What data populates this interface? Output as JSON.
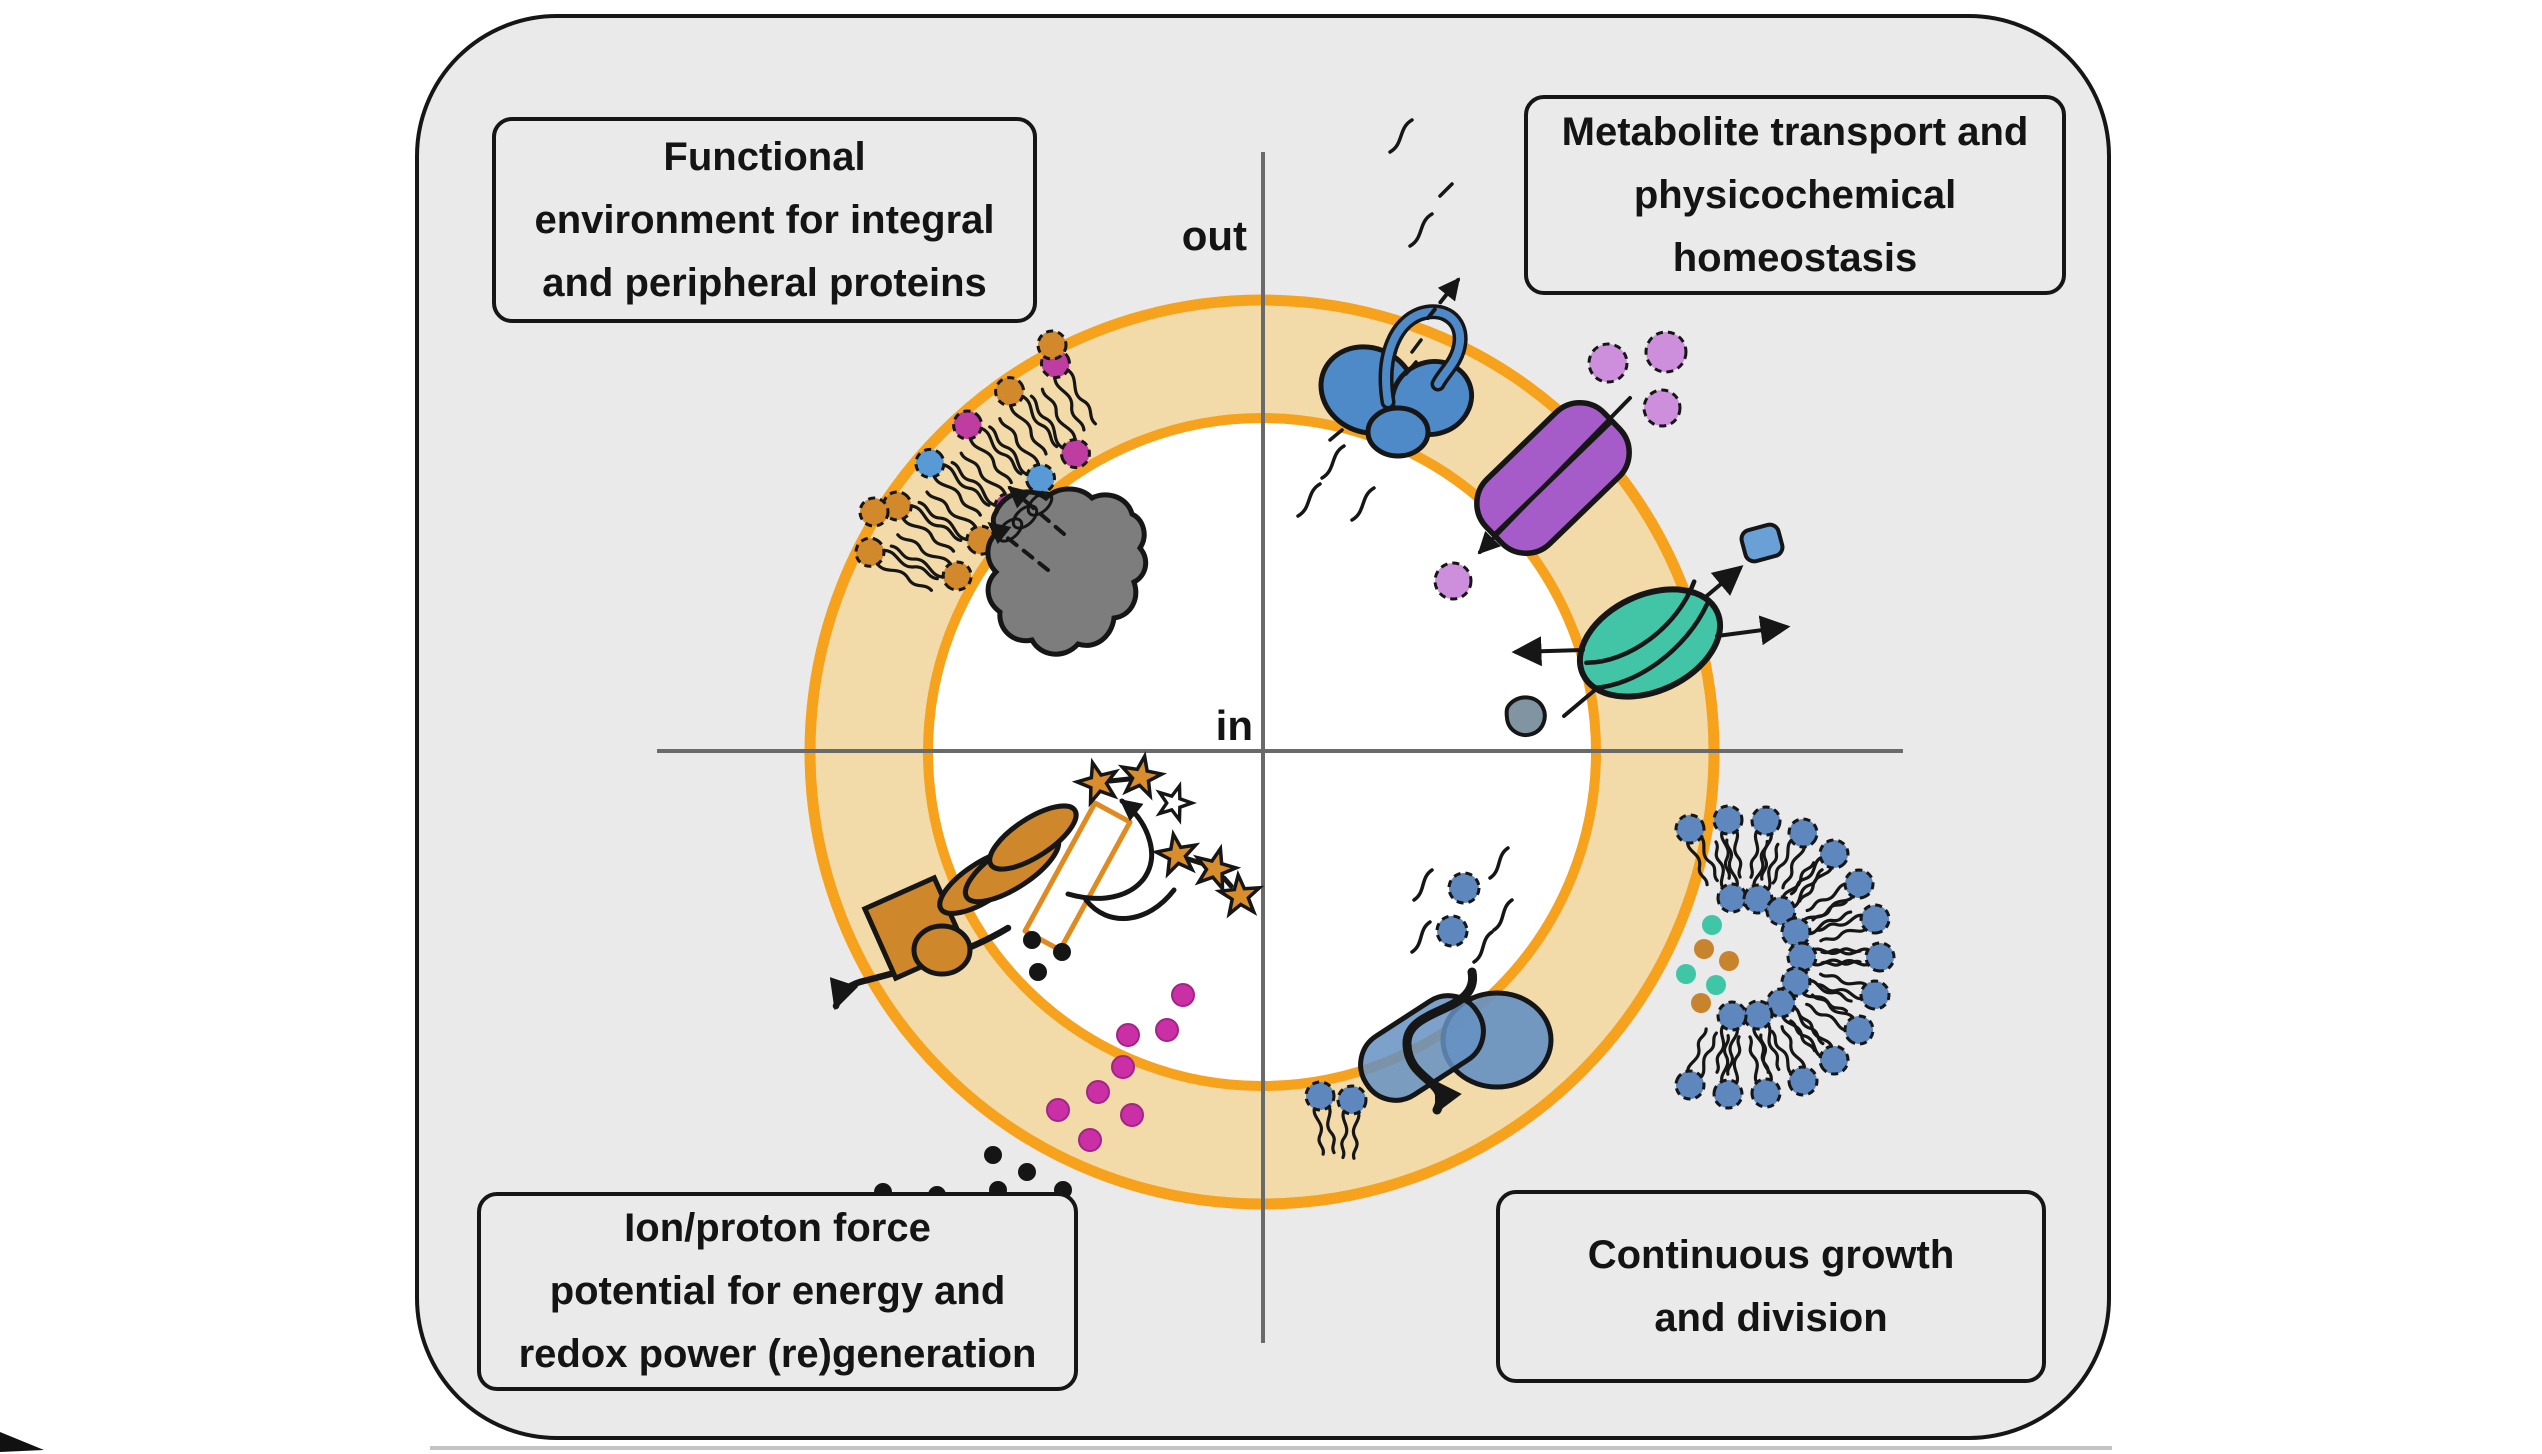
{
  "axis_labels": {
    "outside": "out",
    "inside": "in"
  },
  "function_boxes": {
    "top_left": {
      "lines": [
        "Functional",
        "environment for integral",
        "and peripheral proteins"
      ]
    },
    "top_right": {
      "lines": [
        "Metabolite transport and",
        "physicochemical",
        "homeostasis"
      ]
    },
    "bottom_left": {
      "lines": [
        "Ion/proton force",
        "potential for energy and",
        "redox power (re)generation"
      ]
    },
    "bottom_right": {
      "lines": [
        "Continuous growth",
        "and division"
      ]
    }
  },
  "colors": {
    "page_background": "#FFFFFF",
    "panel_background": "#EAEAEA",
    "panel_border": "#161616",
    "membrane_fill": "#F2DBA9",
    "membrane_stroke": "#F7A21C",
    "axis_line": "#6A6A6A",
    "protein_blue": "#4E8AC8",
    "transporter_purple": "#A55BC8",
    "transporter_teal": "#41C5A6",
    "metabolite_orchid": "#CD8FDB",
    "metabolite_blue_square": "#69A1D7",
    "substrate_gray": "#8094A2",
    "lipid_orange": "#D2892B",
    "lipid_magenta": "#BF3DA0",
    "lipid_blue_head_patch": "#579AD5",
    "lipid_blue_head_vesicle": "#5E87BD",
    "protein_gray": "#7D7D7D",
    "flippase_blue": "#6590C2",
    "ion_black": "#151515",
    "ion_magenta": "#CB2FA5",
    "dot_teal": "#3EC6A7",
    "dot_orange": "#C8842D",
    "star_orange": "#D98E2B",
    "atp_synthase_orange": "#CF872B",
    "flag_outline_orange": "#E08A20"
  }
}
